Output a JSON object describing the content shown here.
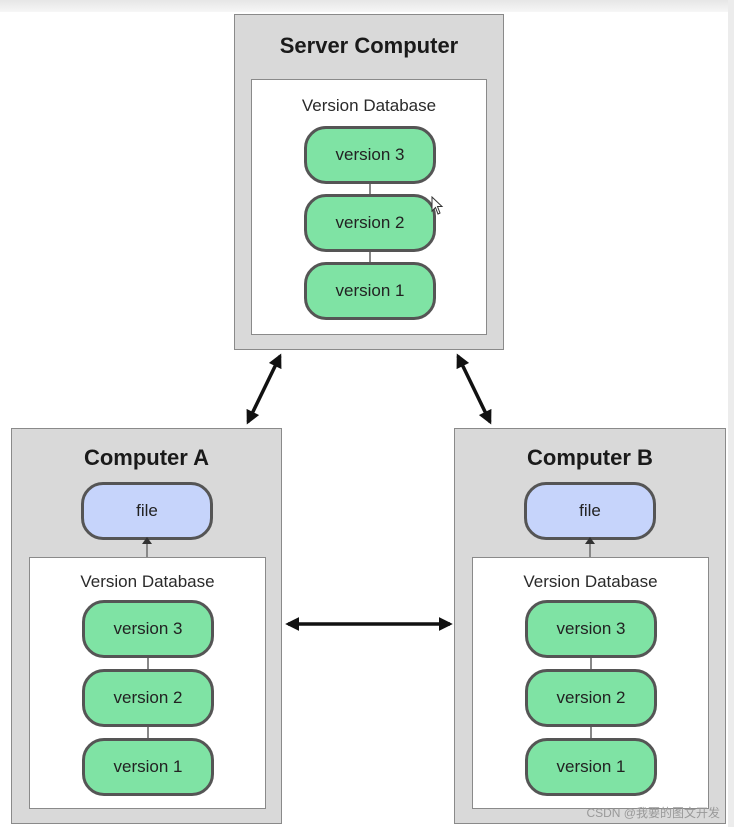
{
  "server": {
    "title": "Server Computer",
    "db_label": "Version Database",
    "versions": [
      "version 3",
      "version 2",
      "version 1"
    ]
  },
  "computer_a": {
    "title": "Computer A",
    "file_label": "file",
    "db_label": "Version Database",
    "versions": [
      "version 3",
      "version 2",
      "version 1"
    ]
  },
  "computer_b": {
    "title": "Computer B",
    "file_label": "file",
    "db_label": "Version Database",
    "versions": [
      "version 3",
      "version 2",
      "version 1"
    ]
  },
  "colors": {
    "version_fill": "#7fe3a4",
    "file_fill": "#c6d4fb",
    "box_fill": "#d9d9d9"
  },
  "watermark": "CSDN @我要的图文开发"
}
